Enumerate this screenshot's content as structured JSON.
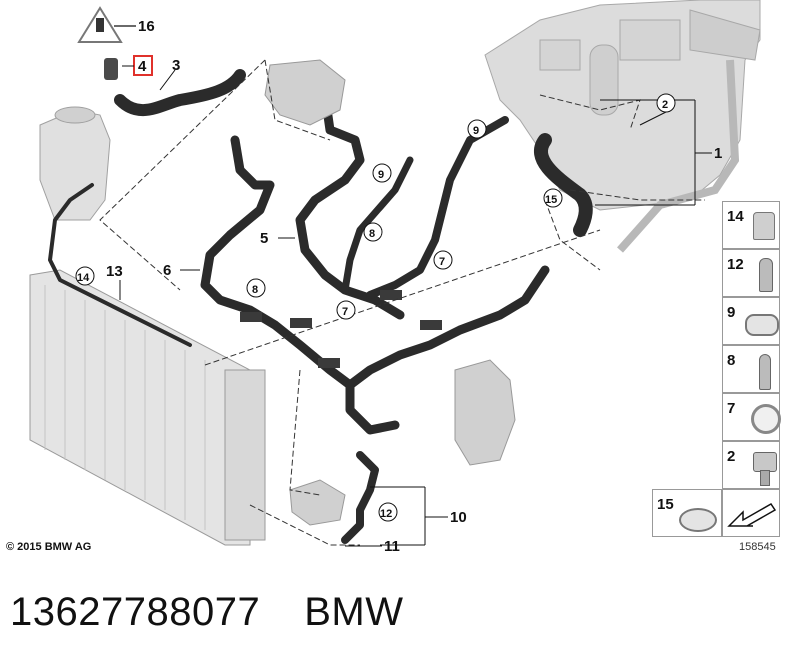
{
  "diagram": {
    "callouts": {
      "c1": "1",
      "c2": "2",
      "c3": "3",
      "c4": "4",
      "c5": "5",
      "c6": "6",
      "c7a": "7",
      "c7b": "7",
      "c8a": "8",
      "c8b": "8",
      "c9a": "9",
      "c9b": "9",
      "c10": "10",
      "c11": "11",
      "c12": "12",
      "c13": "13",
      "c14": "14",
      "c15": "15",
      "c16": "16"
    },
    "legend": {
      "l14": "14",
      "l12": "12",
      "l9": "9",
      "l8": "8",
      "l7": "7",
      "l2": "2",
      "l15": "15"
    },
    "copyright": "© 2015 BMW AG",
    "figure_id": "158545"
  },
  "caption": {
    "part_number": "13627788077",
    "brand": "BMW"
  },
  "colors": {
    "hose": "#2b2b2b",
    "engine": "#c9c9c9",
    "radiator": "#d9d9d9",
    "highlight_box": "#e0312b"
  }
}
